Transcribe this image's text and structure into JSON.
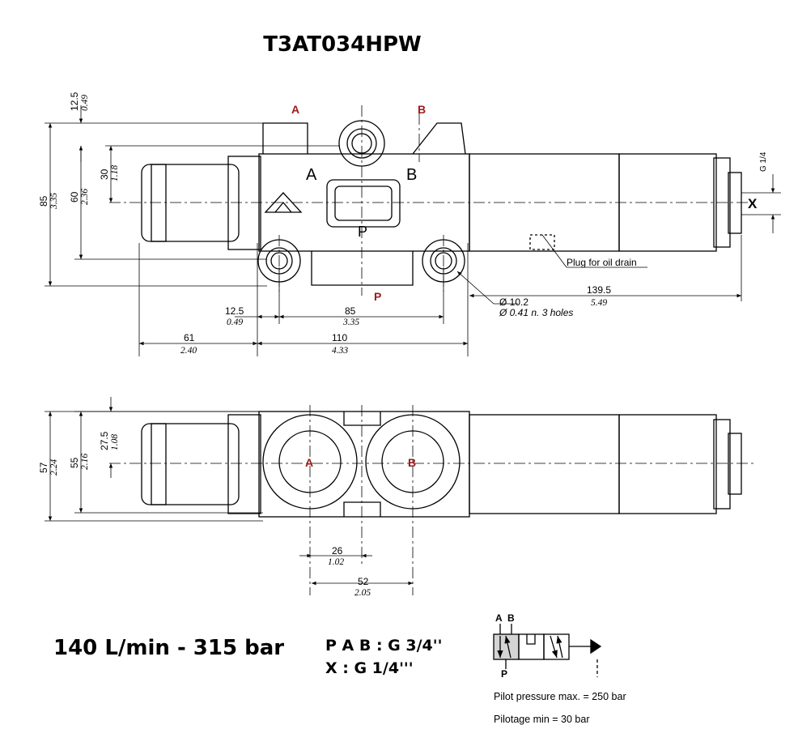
{
  "title": "T3AT034HPW",
  "rating": "140 L/min - 315 bar",
  "ports": {
    "line1": "P A B : G 3/4''",
    "line2": "X : G 1/4'''"
  },
  "pilot": {
    "pressure_max": "Pilot pressure max. = 250 bar",
    "pilotage_min": "Pilotage min = 30 bar"
  },
  "port_labels": {
    "a": "A",
    "b": "B",
    "p": "P",
    "x": "X"
  },
  "thread_note": "G 1/4",
  "plug_note": "Plug for oil drain",
  "holes": {
    "metric": "Ø 10.2",
    "imperial": "Ø 0.41 n. 3 holes"
  },
  "dims_top": {
    "d12_5": "12.5",
    "d12_5i": "0.49",
    "d85": "85",
    "d85i": "3.35",
    "d60": "60",
    "d60i": "2.36",
    "d30": "30",
    "d30i": "1.18",
    "h12_5": "12.5",
    "h12_5i": "0.49",
    "h85": "85",
    "h85i": "3.35",
    "h61": "61",
    "h61i": "2.40",
    "h110": "110",
    "h110i": "4.33",
    "h139_5": "139.5",
    "h139_5i": "5.49"
  },
  "dims_bottom": {
    "d57": "57",
    "d57i": "2.24",
    "d55": "55",
    "d55i": "2.16",
    "d27_5": "27.5",
    "d27_5i": "1.08",
    "h26": "26",
    "h26i": "1.02",
    "h52": "52",
    "h52i": "2.05"
  },
  "symbol": {
    "a": "A",
    "b": "B",
    "p": "P"
  },
  "colors": {
    "accent_red": "#9b1c1c",
    "line": "#000000",
    "symbol_fill": "#d4d4d4"
  }
}
